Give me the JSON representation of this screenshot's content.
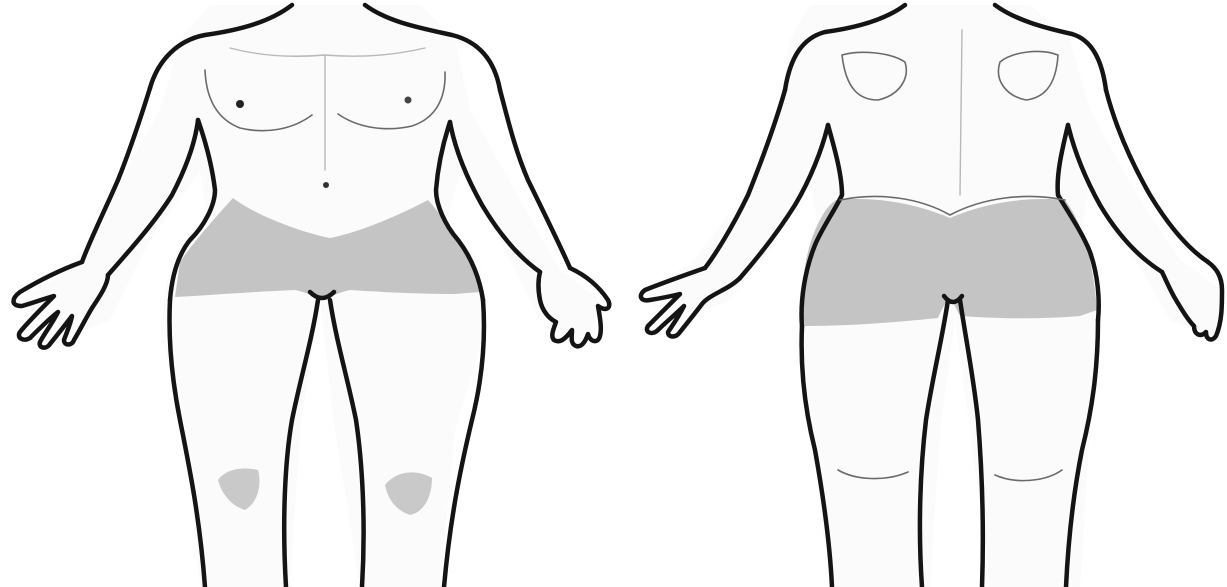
{
  "figures": [
    {
      "view": "front",
      "highlighted_region": "hips-groin-upper-thighs"
    },
    {
      "view": "back",
      "highlighted_region": "buttocks-upper-thighs"
    }
  ],
  "colors": {
    "background": "#ffffff",
    "outline": "#141414",
    "highlight": "#c4c4c4",
    "skin": "#fbfbfb"
  },
  "icons": [
    "body-front-diagram",
    "body-back-diagram"
  ]
}
